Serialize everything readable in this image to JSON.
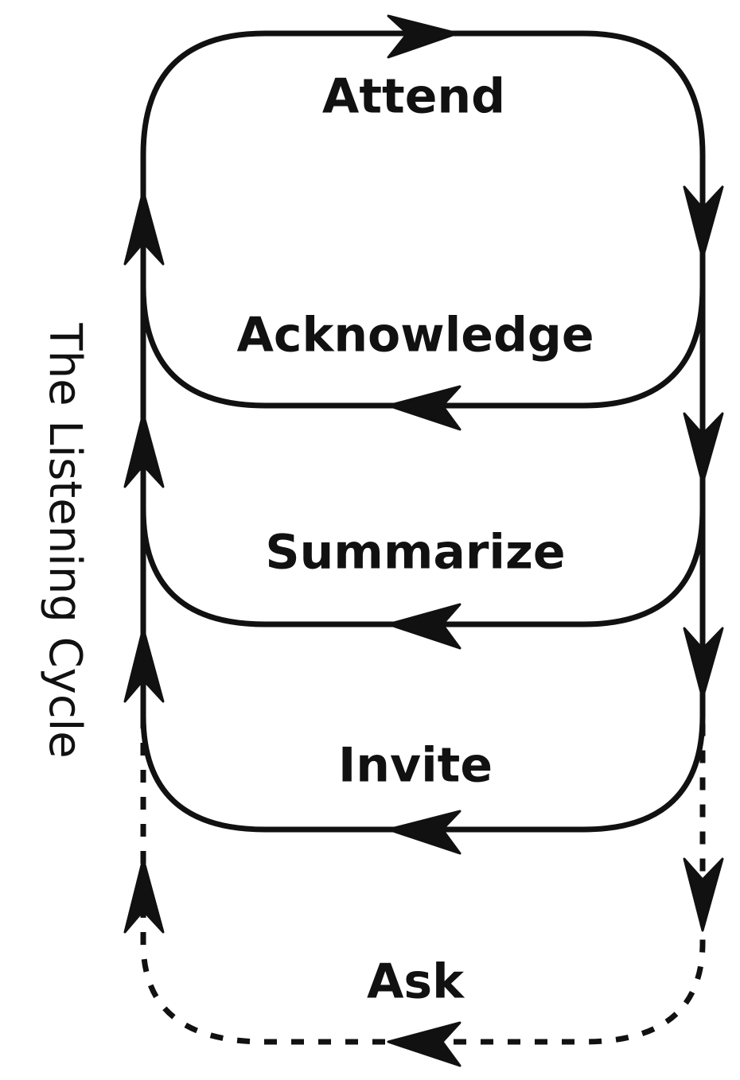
{
  "diagram": {
    "title": "The Listening Cycle",
    "stages": [
      {
        "label": "Attend",
        "line_style": "solid"
      },
      {
        "label": "Acknowledge",
        "line_style": "solid"
      },
      {
        "label": "Summarize",
        "line_style": "solid"
      },
      {
        "label": "Invite",
        "line_style": "solid"
      },
      {
        "label": "Ask",
        "line_style": "dashed"
      }
    ],
    "flow": "clockwise: right side downward, bottom return leftward, left side upward",
    "colors": {
      "ink": "#111111",
      "background": "#ffffff"
    }
  }
}
